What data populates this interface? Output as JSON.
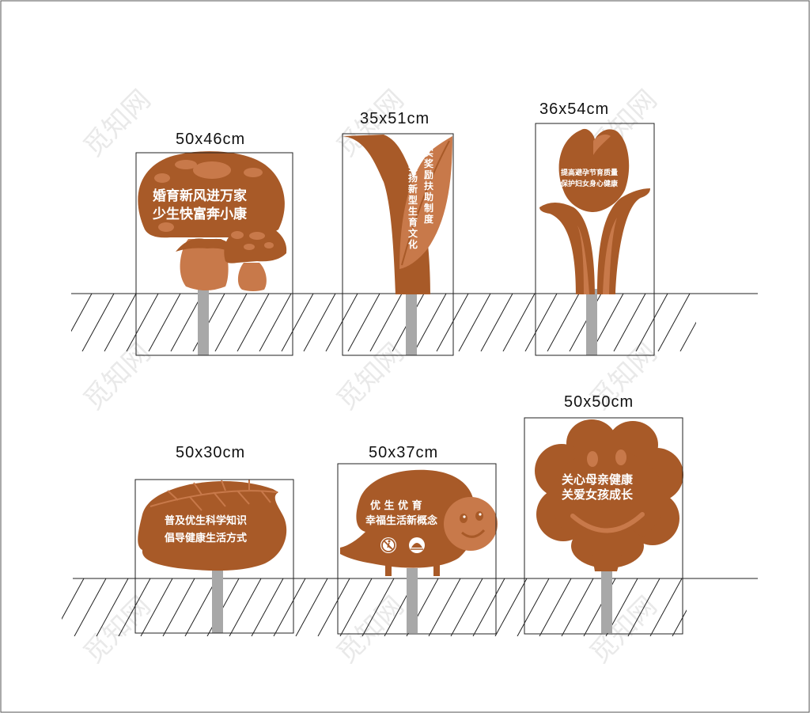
{
  "colors": {
    "primary": "#a85a28",
    "light": "#c8794a",
    "pole": "#a8a8a8",
    "text": "#ffffff"
  },
  "watermark": "觅知网",
  "signs": [
    {
      "id": "mushroom",
      "size": "50x46cm",
      "lines": [
        "婚育新风进万家",
        "少生快富奔小康"
      ]
    },
    {
      "id": "leaf-plant",
      "size": "35x51cm",
      "lines": [
        "落实奖励扶助制度",
        "弘扬新型生育文化"
      ]
    },
    {
      "id": "tulip",
      "size": "36x54cm",
      "lines": [
        "提高避孕节育质量",
        "保护妇女身心健康"
      ]
    },
    {
      "id": "leaf",
      "size": "50x30cm",
      "lines": [
        "普及优生科学知识",
        "倡导健康生活方式"
      ]
    },
    {
      "id": "snail",
      "size": "50x37cm",
      "lines": [
        "优 生 优 育",
        "幸福生活新概念"
      ]
    },
    {
      "id": "flower",
      "size": "50x50cm",
      "lines": [
        "关心母亲健康",
        "关爱女孩成长"
      ]
    }
  ]
}
